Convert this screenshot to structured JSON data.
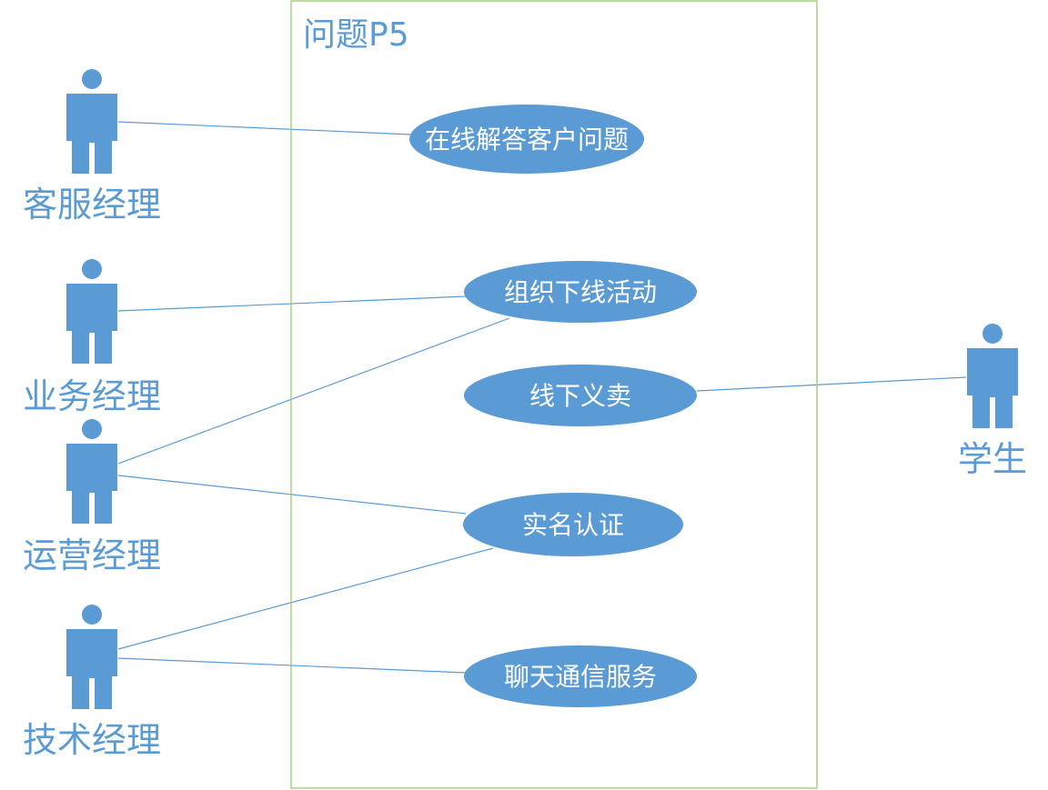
{
  "system": {
    "title": "问题P5"
  },
  "actors": [
    {
      "id": "cs",
      "label": "客服经理"
    },
    {
      "id": "biz",
      "label": "业务经理"
    },
    {
      "id": "ops",
      "label": "运营经理"
    },
    {
      "id": "tech",
      "label": "技术经理"
    },
    {
      "id": "student",
      "label": "学生"
    }
  ],
  "use_cases": [
    {
      "id": "uc1",
      "label": "在线解答客户问题"
    },
    {
      "id": "uc2",
      "label": "组织下线活动"
    },
    {
      "id": "uc3",
      "label": "线下义卖"
    },
    {
      "id": "uc4",
      "label": "实名认证"
    },
    {
      "id": "uc5",
      "label": "聊天通信服务"
    }
  ],
  "associations": [
    {
      "from": "cs",
      "to": "uc1"
    },
    {
      "from": "biz",
      "to": "uc2"
    },
    {
      "from": "ops",
      "to": "uc2"
    },
    {
      "from": "ops",
      "to": "uc4"
    },
    {
      "from": "tech",
      "to": "uc4"
    },
    {
      "from": "tech",
      "to": "uc5"
    },
    {
      "from": "student",
      "to": "uc3"
    }
  ],
  "colors": {
    "actor": "#5b9bd5",
    "use_case": "#5b9bd5",
    "boundary": "#9bca6f"
  }
}
